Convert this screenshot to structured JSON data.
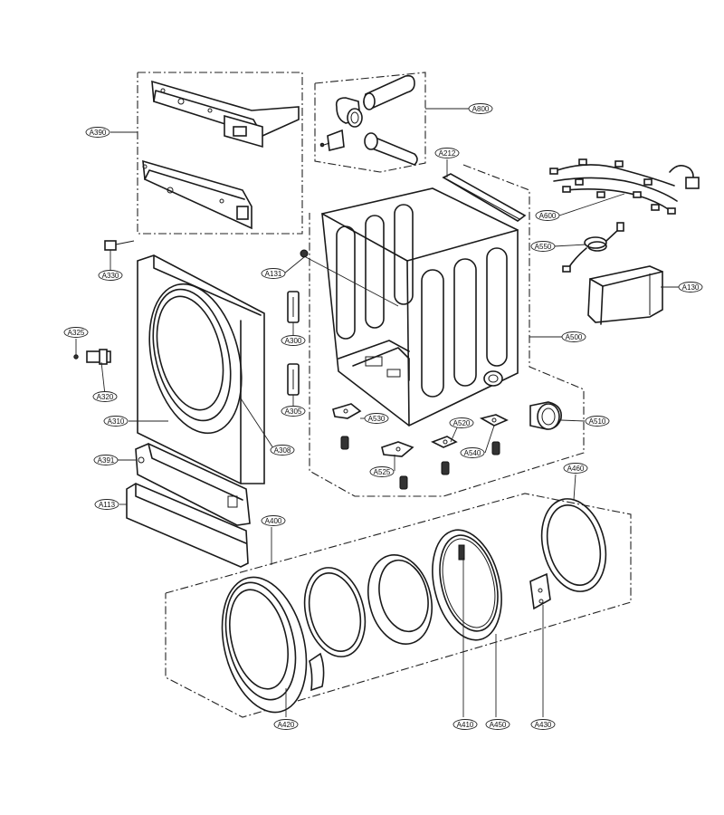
{
  "labels": [
    {
      "id": "A390",
      "text": "A390"
    },
    {
      "id": "A800",
      "text": "A800"
    },
    {
      "id": "A212",
      "text": "A212"
    },
    {
      "id": "A600",
      "text": "A600"
    },
    {
      "id": "A550",
      "text": "A550"
    },
    {
      "id": "A130",
      "text": "A130"
    },
    {
      "id": "A131",
      "text": "A131"
    },
    {
      "id": "A330",
      "text": "A330"
    },
    {
      "id": "A500",
      "text": "A500"
    },
    {
      "id": "A325",
      "text": "A325"
    },
    {
      "id": "A300",
      "text": "A300"
    },
    {
      "id": "A320",
      "text": "A320"
    },
    {
      "id": "A305",
      "text": "A305"
    },
    {
      "id": "A310",
      "text": "A310"
    },
    {
      "id": "A530",
      "text": "A530"
    },
    {
      "id": "A520",
      "text": "A520"
    },
    {
      "id": "A510",
      "text": "A510"
    },
    {
      "id": "A308",
      "text": "A308"
    },
    {
      "id": "A540",
      "text": "A540"
    },
    {
      "id": "A391",
      "text": "A391"
    },
    {
      "id": "A525",
      "text": "A525"
    },
    {
      "id": "A460",
      "text": "A460"
    },
    {
      "id": "A113",
      "text": "A113"
    },
    {
      "id": "A400",
      "text": "A400"
    },
    {
      "id": "A420",
      "text": "A420"
    },
    {
      "id": "A410",
      "text": "A410"
    },
    {
      "id": "A450",
      "text": "A450"
    },
    {
      "id": "A430",
      "text": "A430"
    }
  ]
}
